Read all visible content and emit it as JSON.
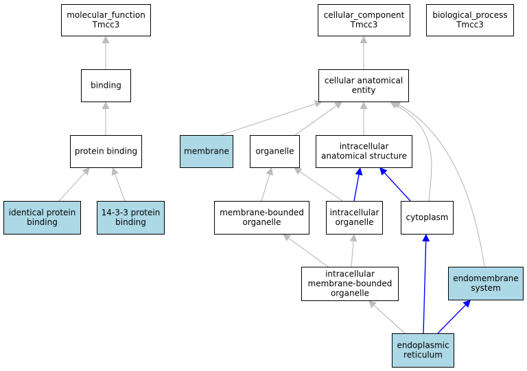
{
  "colors": {
    "plain_fill": "#ffffff",
    "highlight_fill": "#add8e6",
    "edge_grey": "#bdbdbd",
    "edge_blue": "#0000ff"
  },
  "nodes": {
    "molecular_function": {
      "lines": [
        "molecular_function",
        "Tmcc3"
      ],
      "highlight": false
    },
    "binding": {
      "lines": [
        "binding"
      ],
      "highlight": false
    },
    "protein_binding": {
      "lines": [
        "protein binding"
      ],
      "highlight": false
    },
    "identical_protein_binding": {
      "lines": [
        "identical protein",
        "binding"
      ],
      "highlight": true
    },
    "protein_14_3_3_binding": {
      "lines": [
        "14-3-3 protein",
        "binding"
      ],
      "highlight": true
    },
    "cellular_component": {
      "lines": [
        "cellular_component",
        "Tmcc3"
      ],
      "highlight": false
    },
    "biological_process": {
      "lines": [
        "biological_process",
        "Tmcc3"
      ],
      "highlight": false
    },
    "cellular_anatomical_entity": {
      "lines": [
        "cellular anatomical",
        "entity"
      ],
      "highlight": false
    },
    "membrane": {
      "lines": [
        "membrane"
      ],
      "highlight": true
    },
    "organelle": {
      "lines": [
        "organelle"
      ],
      "highlight": false
    },
    "intracellular_anatomical_structure": {
      "lines": [
        "intracellular",
        "anatomical structure"
      ],
      "highlight": false
    },
    "membrane_bounded_organelle": {
      "lines": [
        "membrane-bounded",
        "organelle"
      ],
      "highlight": false
    },
    "intracellular_organelle": {
      "lines": [
        "intracellular",
        "organelle"
      ],
      "highlight": false
    },
    "cytoplasm": {
      "lines": [
        "cytoplasm"
      ],
      "highlight": false
    },
    "intracellular_membrane_bounded_organelle": {
      "lines": [
        "intracellular",
        "membrane-bounded",
        "organelle"
      ],
      "highlight": false
    },
    "endomembrane_system": {
      "lines": [
        "endomembrane",
        "system"
      ],
      "highlight": true
    },
    "endoplasmic_reticulum": {
      "lines": [
        "endoplasmic",
        "reticulum"
      ],
      "highlight": true
    }
  },
  "edges": [
    {
      "from": "binding",
      "to": "molecular_function",
      "color": "grey"
    },
    {
      "from": "protein_binding",
      "to": "binding",
      "color": "grey"
    },
    {
      "from": "identical_protein_binding",
      "to": "protein_binding",
      "color": "grey"
    },
    {
      "from": "protein_14_3_3_binding",
      "to": "protein_binding",
      "color": "grey"
    },
    {
      "from": "cellular_anatomical_entity",
      "to": "cellular_component",
      "color": "grey"
    },
    {
      "from": "membrane",
      "to": "cellular_anatomical_entity",
      "color": "grey"
    },
    {
      "from": "organelle",
      "to": "cellular_anatomical_entity",
      "color": "grey"
    },
    {
      "from": "intracellular_anatomical_structure",
      "to": "cellular_anatomical_entity",
      "color": "grey"
    },
    {
      "from": "cytoplasm",
      "to": "cellular_anatomical_entity",
      "color": "grey"
    },
    {
      "from": "endomembrane_system",
      "to": "cellular_anatomical_entity",
      "color": "grey"
    },
    {
      "from": "membrane_bounded_organelle",
      "to": "organelle",
      "color": "grey"
    },
    {
      "from": "intracellular_organelle",
      "to": "organelle",
      "color": "grey"
    },
    {
      "from": "intracellular_organelle",
      "to": "intracellular_anatomical_structure",
      "color": "blue"
    },
    {
      "from": "cytoplasm",
      "to": "intracellular_anatomical_structure",
      "color": "blue"
    },
    {
      "from": "intracellular_membrane_bounded_organelle",
      "to": "membrane_bounded_organelle",
      "color": "grey"
    },
    {
      "from": "intracellular_membrane_bounded_organelle",
      "to": "intracellular_organelle",
      "color": "grey"
    },
    {
      "from": "endoplasmic_reticulum",
      "to": "intracellular_membrane_bounded_organelle",
      "color": "grey"
    },
    {
      "from": "endoplasmic_reticulum",
      "to": "cytoplasm",
      "color": "blue"
    },
    {
      "from": "endoplasmic_reticulum",
      "to": "endomembrane_system",
      "color": "blue"
    }
  ]
}
